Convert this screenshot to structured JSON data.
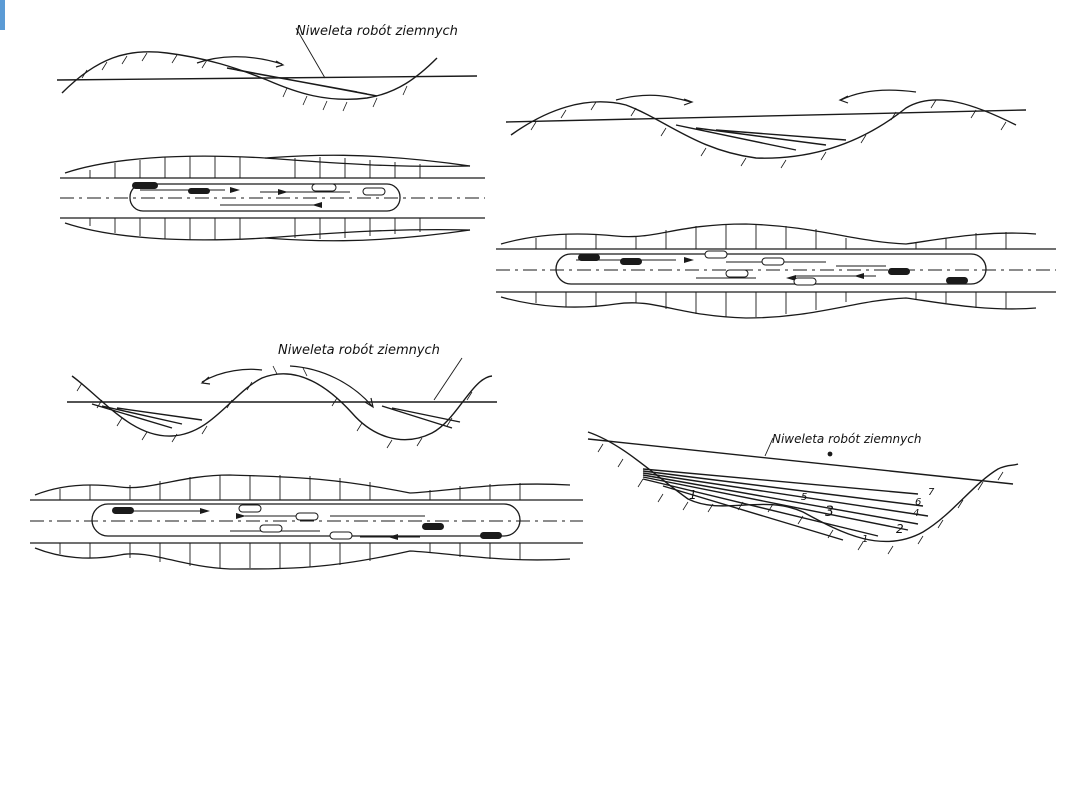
{
  "colors": {
    "accent": "#5b9bd5",
    "ink": "#1a1a1a",
    "paper": "#ffffff"
  },
  "slide": {
    "accent_bar_icon": "slide-accent-bar"
  },
  "panels": {
    "profile_1": {
      "label": "Niweleta robót ziemnych"
    },
    "profile_3": {
      "label": "Niweleta robót ziemnych"
    },
    "profile_4": {
      "label": "Niweleta robót ziemnych",
      "layer_numbers": [
        "1",
        "5",
        "3",
        "7",
        "6",
        "4",
        "2",
        "1"
      ]
    }
  }
}
